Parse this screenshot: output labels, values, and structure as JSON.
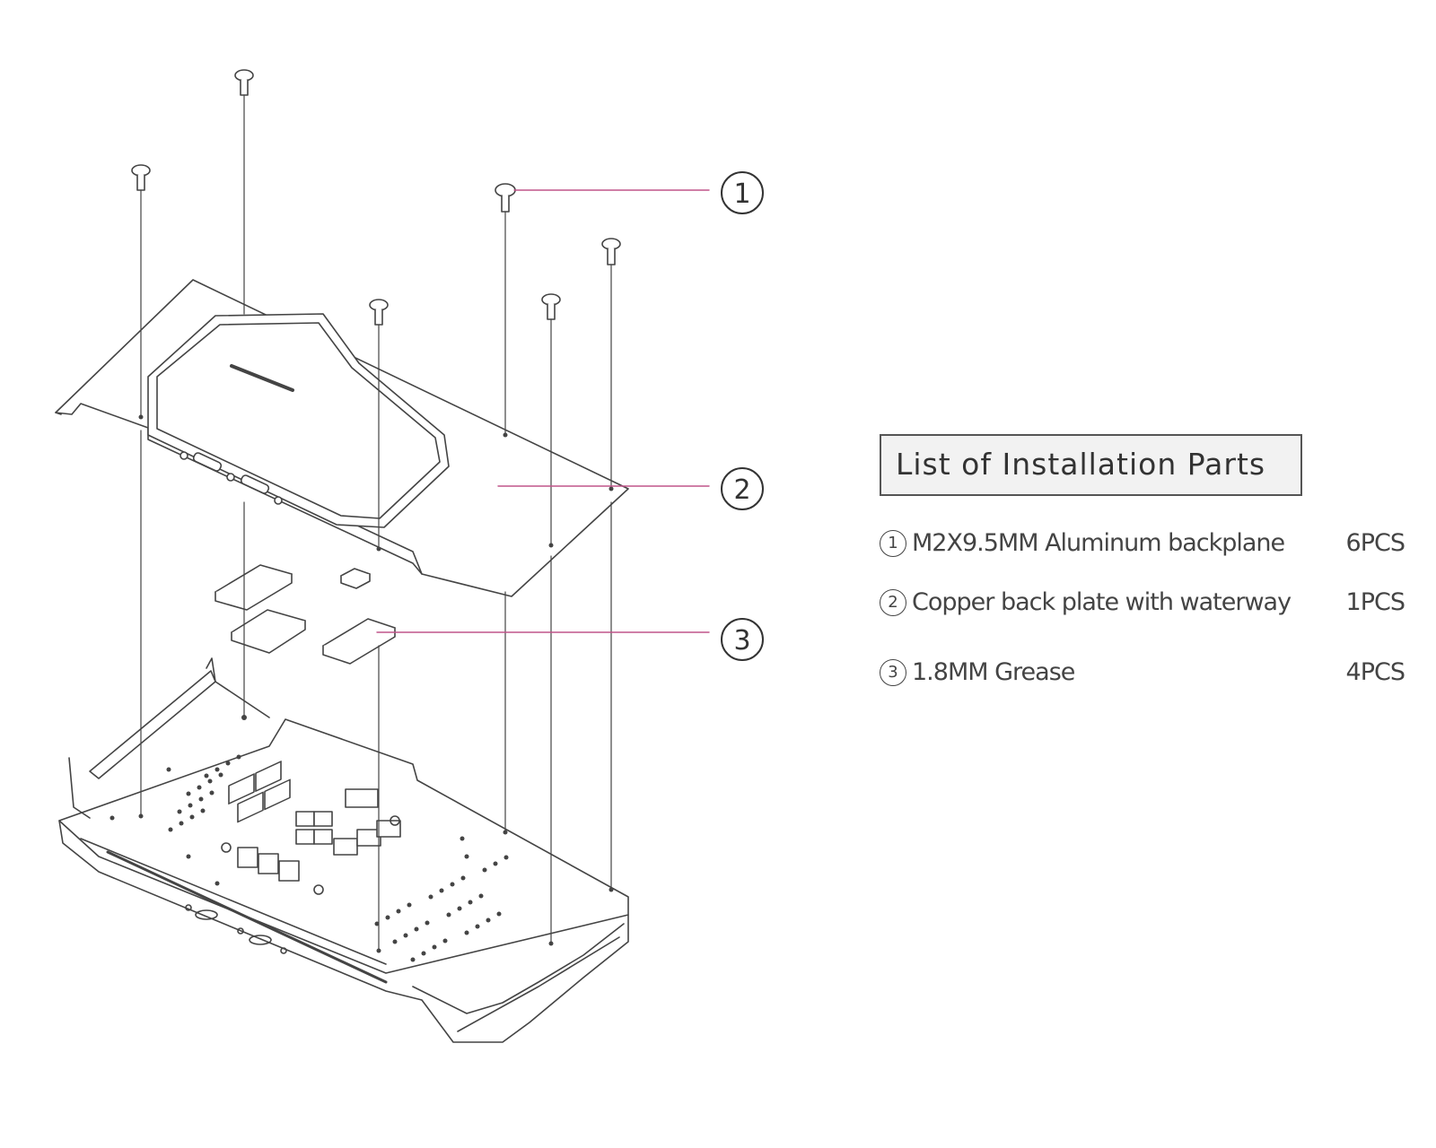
{
  "callouts": [
    {
      "number": "1"
    },
    {
      "number": "2"
    },
    {
      "number": "3"
    }
  ],
  "parts_list": {
    "title": "List of Installation Parts",
    "items": [
      {
        "number": "1",
        "description": "M2X9.5MM Aluminum backplane",
        "quantity": "6PCS"
      },
      {
        "number": "2",
        "description": "Copper back plate with waterway",
        "quantity": "1PCS"
      },
      {
        "number": "3",
        "description": "1.8MM Grease",
        "quantity": "4PCS"
      }
    ]
  },
  "colors": {
    "line": "#444444",
    "leader": "#c0558a",
    "panel_bg": "#f2f2f2"
  }
}
